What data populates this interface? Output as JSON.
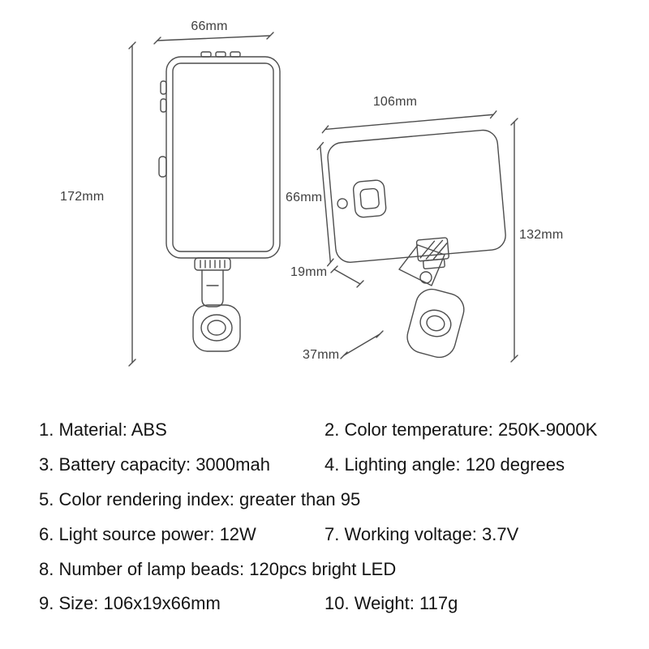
{
  "colors": {
    "background": "#ffffff",
    "line": "#4d4d4d",
    "spec_text": "#141414",
    "dimension_text": "#3f3f3f"
  },
  "front_view": {
    "width": "66mm",
    "height": "172mm"
  },
  "side_view": {
    "width": "106mm",
    "depth": "66mm",
    "thickness": "19mm",
    "overall_height": "132mm",
    "clip_length": "37mm"
  },
  "specs": [
    {
      "left": "1. Material: ABS",
      "right": "2. Color temperature: 250K-9000K"
    },
    {
      "left": "3. Battery capacity: 3000mah",
      "right": "4. Lighting angle: 120 degrees"
    },
    {
      "left": "5. Color rendering index: greater than 95",
      "right": ""
    },
    {
      "left": "6. Light source power: 12W",
      "right": "7. Working voltage: 3.7V"
    },
    {
      "left": "8. Number of lamp beads: 120pcs bright LED",
      "right": ""
    },
    {
      "left": "9. Size: 106x19x66mm",
      "right": "10. Weight: 117g"
    }
  ]
}
